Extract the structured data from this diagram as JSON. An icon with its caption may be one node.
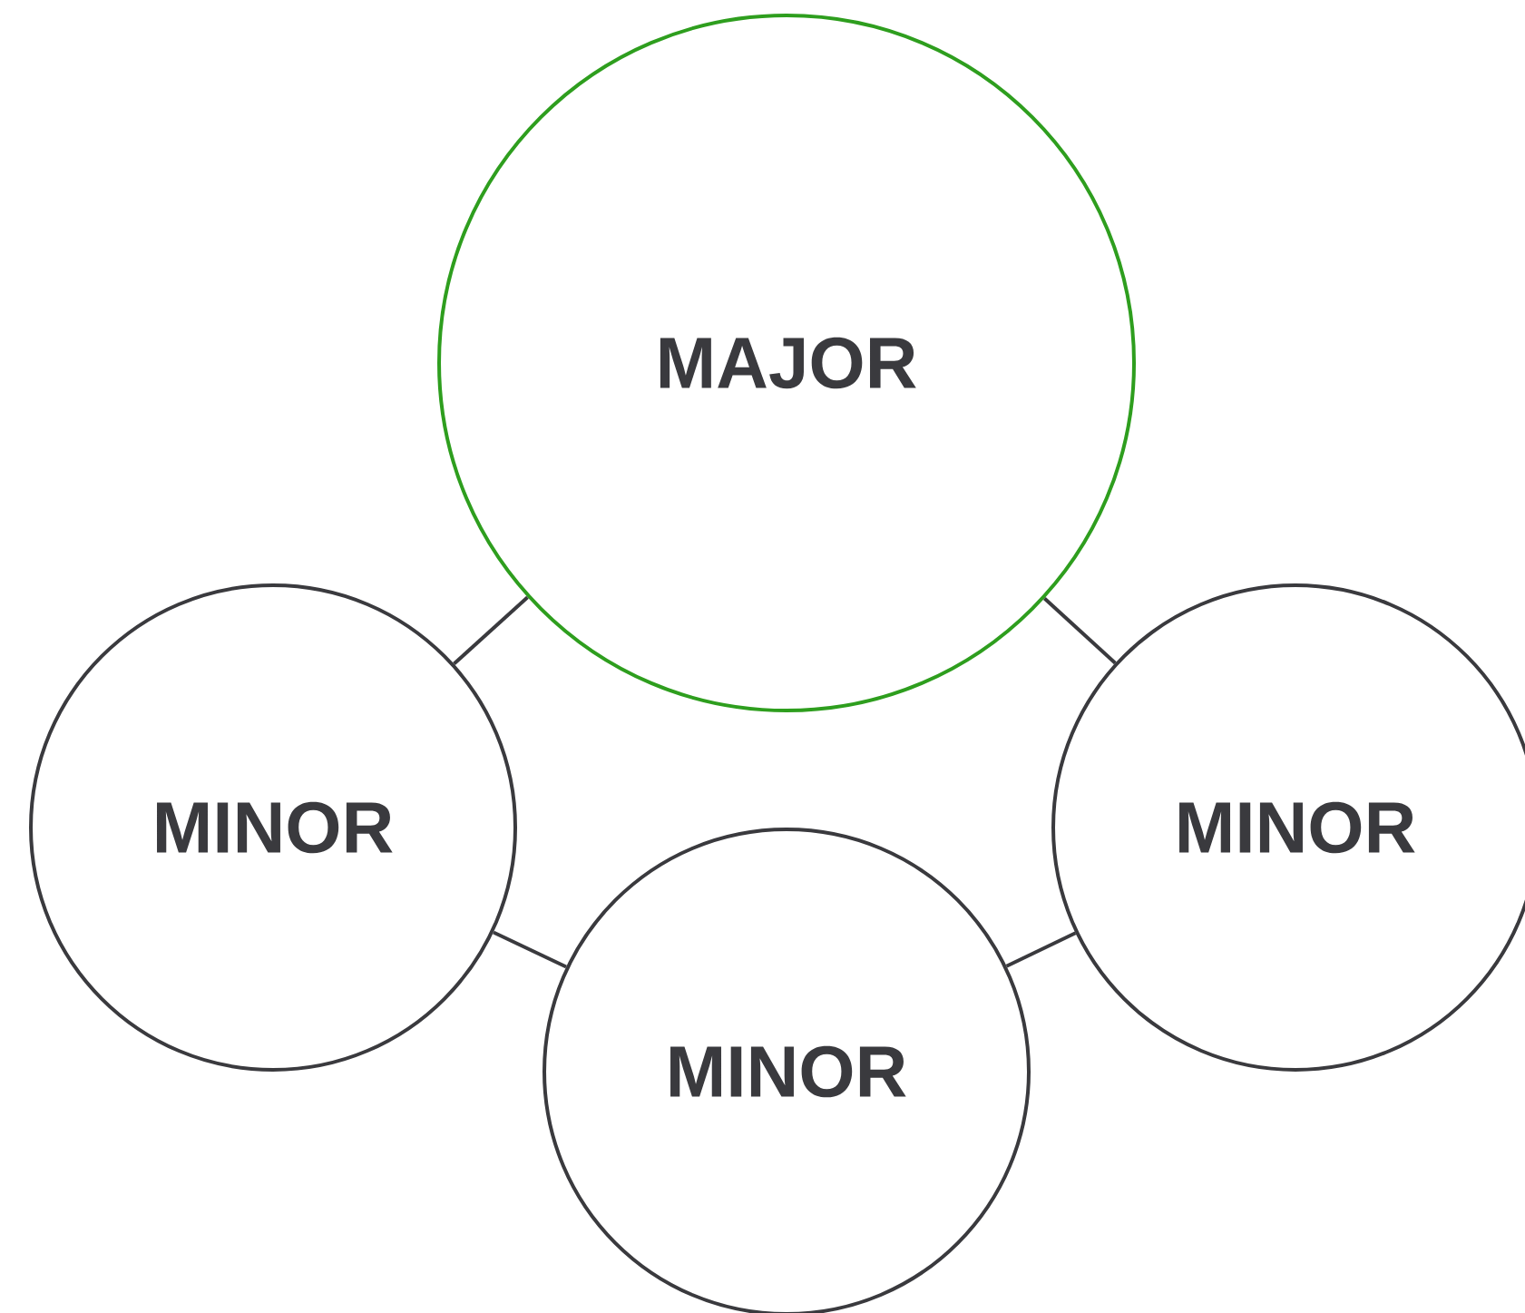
{
  "diagram": {
    "nodes": [
      {
        "text": [
          "MAJOR"
        ]
      },
      {
        "text": [
          "MINOR"
        ]
      },
      {
        "text": [
          "MINOR"
        ]
      },
      {
        "text": [
          "MINOR"
        ]
      }
    ],
    "edges": [
      {
        "from": 0,
        "to": 1,
        "arrow": "none"
      },
      {
        "from": 0,
        "to": 3,
        "arrow": "none"
      },
      {
        "from": 1,
        "to": 2,
        "arrow": "none"
      },
      {
        "from": 2,
        "to": 3,
        "arrow": "none"
      }
    ]
  }
}
